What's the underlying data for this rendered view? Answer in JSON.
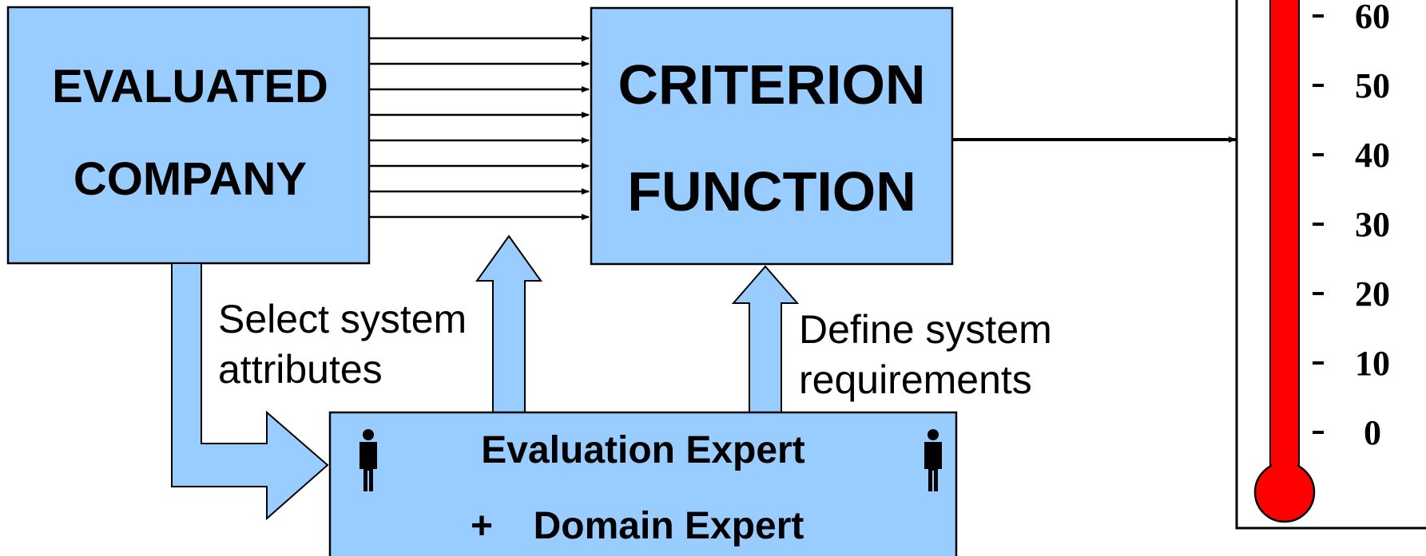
{
  "colors": {
    "box_fill": "#99CCFF",
    "stroke": "#000000",
    "mercury": "#FF0000"
  },
  "evaluated_company": {
    "line1": "EVALUATED",
    "line2": "COMPANY"
  },
  "criterion_function": {
    "line1": "CRITERION",
    "line2": "FUNCTION"
  },
  "notes": {
    "select_line1": "Select system",
    "select_line2": "attributes",
    "define_line1": "Define system",
    "define_line2": "requirements"
  },
  "experts": {
    "line1": "Evaluation Expert",
    "line2_prefix": "+",
    "line2": "Domain Expert",
    "icons": [
      "person-icon",
      "person-icon"
    ]
  },
  "attribute_arrow_count": 8,
  "thermometer": {
    "tick_labels": [
      "60",
      "50",
      "40",
      "30",
      "20",
      "10",
      "0"
    ]
  }
}
